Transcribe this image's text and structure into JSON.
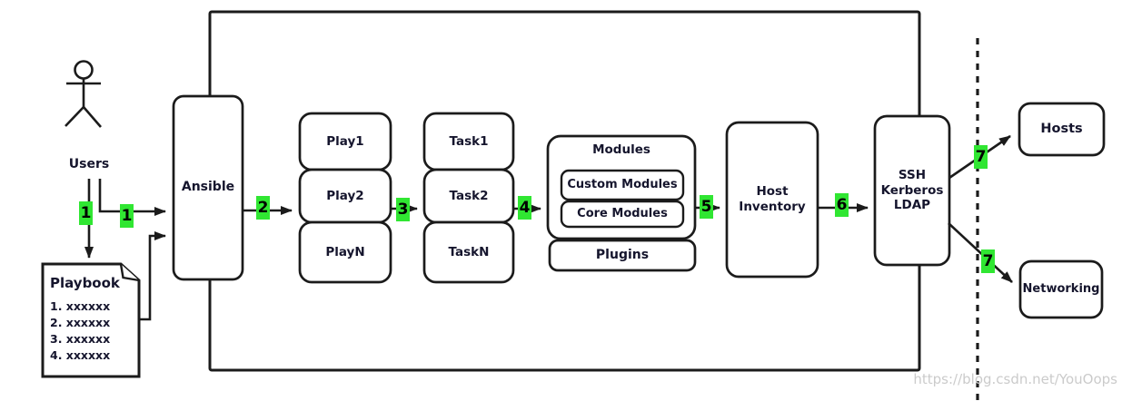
{
  "colors": {
    "line": "#1b1b1b",
    "label": "#15152d",
    "badge_bg": "#30e632",
    "badge_fg": "#000000",
    "watermark": "#cbcbcb"
  },
  "actor": {
    "label": "Users"
  },
  "playbook": {
    "title": "Playbook",
    "items": [
      "1. xxxxxx",
      "2. xxxxxx",
      "3. xxxxxx",
      "4. xxxxxx"
    ]
  },
  "nodes": {
    "ansible": {
      "label": "Ansible"
    },
    "plays": {
      "play1": "Play1",
      "play2": "Play2",
      "playn": "PlayN"
    },
    "tasks": {
      "task1": "Task1",
      "task2": "Task2",
      "taskn": "TaskN"
    },
    "modules": {
      "title": "Modules",
      "custom": "Custom Modules",
      "core": "Core Modules"
    },
    "plugins": {
      "label": "Plugins"
    },
    "host_inventory": {
      "line1": "Host",
      "line2": "Inventory"
    },
    "connection": {
      "line1": "SSH",
      "line2": "Kerberos",
      "line3": "LDAP"
    },
    "hosts": {
      "label": "Hosts"
    },
    "networking": {
      "label": "Networking"
    }
  },
  "badges": {
    "step1_user": "1",
    "step1_play": "1",
    "step2": "2",
    "step3": "3",
    "step4": "4",
    "step5": "5",
    "step6": "6",
    "step7_hosts": "7",
    "step7_net": "7"
  },
  "watermark": {
    "text": "https://blog.csdn.net/YouOops"
  }
}
